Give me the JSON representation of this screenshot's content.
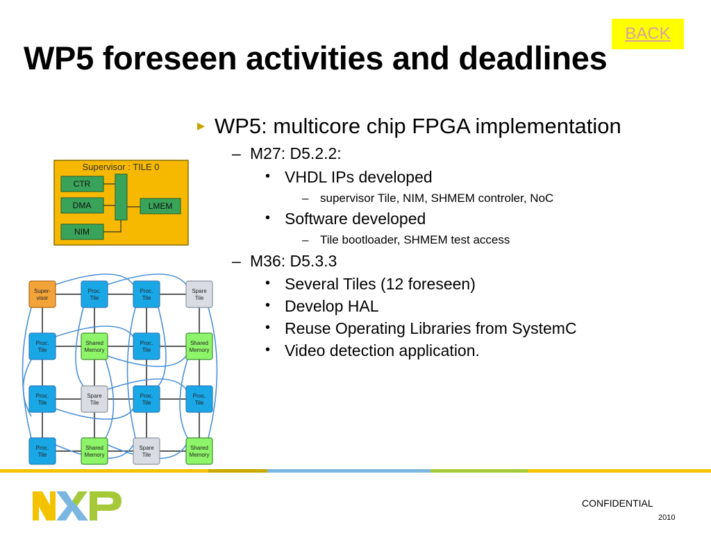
{
  "slide": {
    "title": "WP5 foreseen activities and deadlines",
    "back_label": "BACK"
  },
  "bullets": [
    {
      "level": 1,
      "text": "WP5: multicore chip FPGA implementation"
    },
    {
      "level": 2,
      "text": "M27: D5.2.2:"
    },
    {
      "level": 3,
      "text": "VHDL IPs developed"
    },
    {
      "level": 4,
      "text": "supervisor Tile, NIM, SHMEM controler, NoC"
    },
    {
      "level": 3,
      "text": "Software developed"
    },
    {
      "level": 4,
      "text": "Tile bootloader, SHMEM test access"
    },
    {
      "level": 2,
      "text": "M36: D5.3.3"
    },
    {
      "level": 3,
      "text": "Several Tiles (12 foreseen)"
    },
    {
      "level": 3,
      "text": "Develop HAL"
    },
    {
      "level": 3,
      "text": "Reuse Operating Libraries from SystemC"
    },
    {
      "level": 3,
      "text": "Video detection application."
    }
  ],
  "tile_diagram": {
    "title": "Supervisor : TILE 0",
    "blocks": [
      "CTR",
      "DMA",
      "NIM",
      "LMEM"
    ]
  },
  "grid_diagram": {
    "nodes": [
      [
        {
          "l1": "Super-",
          "l2": "visor",
          "kind": "supervisor"
        },
        {
          "l1": "Proc.",
          "l2": "Tile",
          "kind": "proc"
        },
        {
          "l1": "Proc.",
          "l2": "Tile",
          "kind": "proc"
        },
        {
          "l1": "Spare",
          "l2": "Tile",
          "kind": "spare"
        }
      ],
      [
        {
          "l1": "Proc.",
          "l2": "Tile",
          "kind": "proc"
        },
        {
          "l1": "Shared",
          "l2": "Memory",
          "kind": "mem"
        },
        {
          "l1": "Proc.",
          "l2": "Tile",
          "kind": "proc"
        },
        {
          "l1": "Shared",
          "l2": "Memory",
          "kind": "mem"
        }
      ],
      [
        {
          "l1": "Proc.",
          "l2": "Tile",
          "kind": "proc"
        },
        {
          "l1": "Spare",
          "l2": "Tile",
          "kind": "spare"
        },
        {
          "l1": "Proc.",
          "l2": "Tile",
          "kind": "proc"
        },
        {
          "l1": "Proc.",
          "l2": "Tile",
          "kind": "proc"
        }
      ],
      [
        {
          "l1": "Proc.",
          "l2": "Tile",
          "kind": "proc"
        },
        {
          "l1": "Shared",
          "l2": "Memory",
          "kind": "mem"
        },
        {
          "l1": "Spare",
          "l2": "Tile",
          "kind": "spare"
        },
        {
          "l1": "Shared",
          "l2": "Memory",
          "kind": "mem"
        }
      ]
    ]
  },
  "colors": {
    "tile_bg": "#f7b800",
    "tile_border": "#8a6d00",
    "block_green": "#3aa35a",
    "proc": "#1aa7e6",
    "proc_border": "#2e7bb8",
    "mem": "#8ef56a",
    "spare": "#d9dde3",
    "supervisor": "#f2a33a",
    "link_blue": "#4a90d9",
    "back_bg": "#ffff00",
    "nxp_yellow": "#f3c300",
    "nxp_blue": "#7ab6e0",
    "nxp_green": "#a6c93a"
  },
  "footer": {
    "confidential": "CONFIDENTIAL",
    "year": "2010",
    "logo_text": "NXP"
  }
}
